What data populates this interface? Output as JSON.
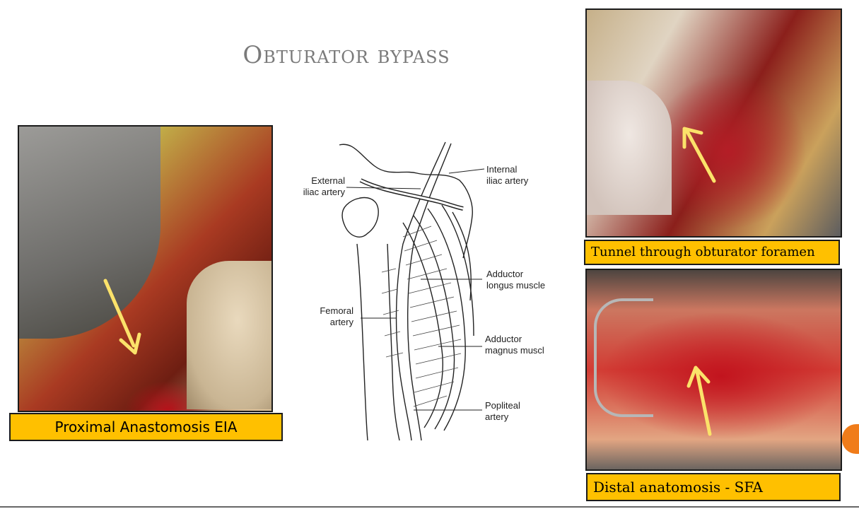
{
  "slide": {
    "title": "Obturator bypass"
  },
  "photos": {
    "left": {
      "caption": "Proximal Anastomosis EIA"
    },
    "top_right": {
      "caption": "Tunnel through obturator foramen"
    },
    "bottom_right": {
      "caption": "Distal anatomosis - SFA"
    }
  },
  "diagram": {
    "labels": {
      "external_iliac": "External\niliac artery",
      "internal_iliac": "Internal\niliac artery",
      "adductor_longus": "Adductor\nlongus muscle",
      "femoral": "Femoral\nartery",
      "adductor_magnus": "Adductor\nmagnus muscl",
      "popliteal": "Popliteal\nartery"
    }
  },
  "colors": {
    "caption_bg": "#ffc000",
    "arrow": "#fbe26a",
    "accent_tab": "#f07c1a"
  }
}
